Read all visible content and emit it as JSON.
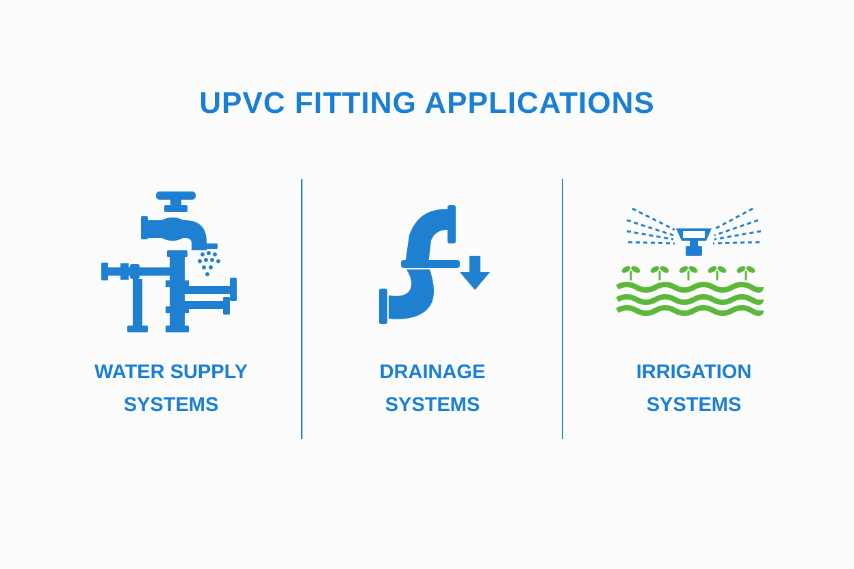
{
  "title": "UPVC FITTING APPLICATIONS",
  "colors": {
    "blue": "#1a7fd4",
    "pipe_blue": "#1f7fd0",
    "green": "#5cb83a"
  },
  "applications": [
    {
      "icon": "faucet-and-pipes-icon",
      "label_line1": "WATER SUPPLY",
      "label_line2": "SYSTEMS"
    },
    {
      "icon": "drain-pipe-with-down-arrow-icon",
      "label_line1": "DRAINAGE",
      "label_line2": "SYSTEMS"
    },
    {
      "icon": "sprinkler-over-crops-icon",
      "label_line1": "IRRIGATION",
      "label_line2": "SYSTEMS"
    }
  ]
}
